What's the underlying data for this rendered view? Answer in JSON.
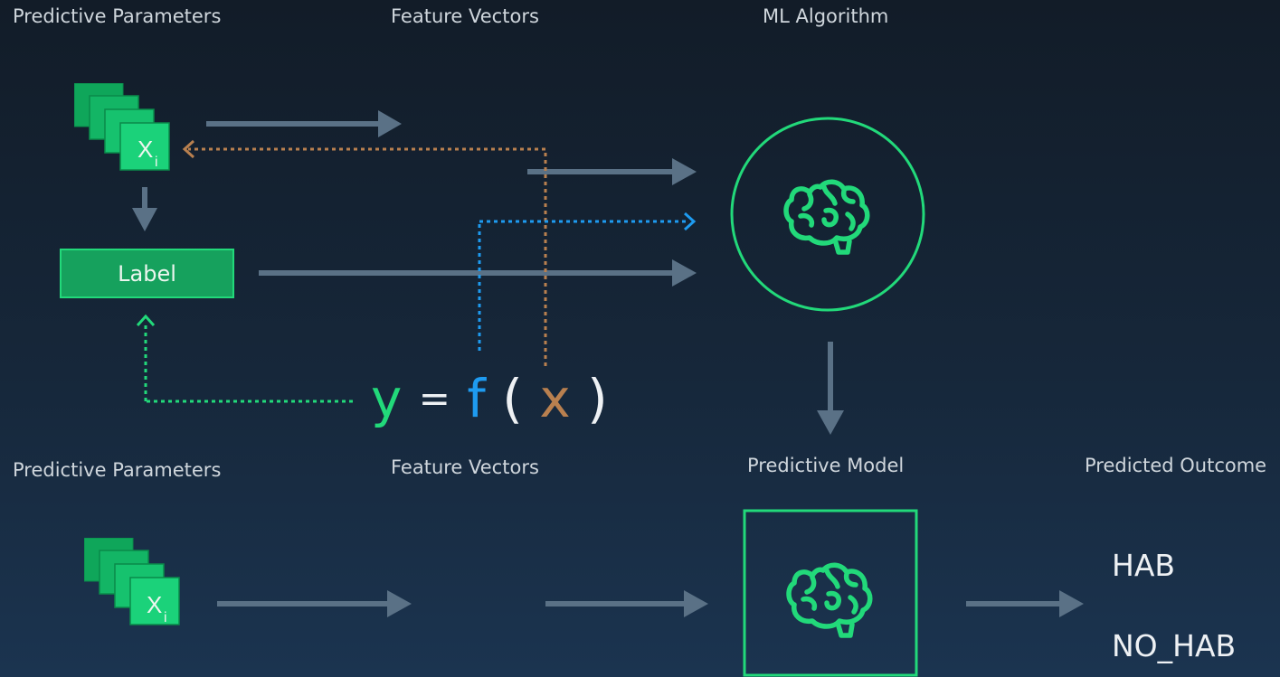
{
  "top_row": {
    "predictive_parameters": "Predictive Parameters",
    "feature_vectors": "Feature Vectors",
    "ml_algorithm": "ML Algorithm",
    "feature_symbol": "X",
    "feature_subscript": "i",
    "label": "Label"
  },
  "formula": {
    "y": "y",
    "eq": "=",
    "f": "f",
    "open": "(",
    "x": "x",
    "close": ")"
  },
  "bottom_row": {
    "predictive_parameters": "Predictive Parameters",
    "feature_vectors": "Feature Vectors",
    "predictive_model": "Predictive Model",
    "predicted_outcome": "Predicted Outcome",
    "feature_symbol": "X",
    "feature_subscript": "i",
    "outcomes": [
      "HAB",
      "NO_HAB"
    ]
  },
  "colors": {
    "background": "#16273a",
    "green": "#22d97a",
    "green_dark": "#16a15d",
    "arrow_gray": "#5a7186",
    "orange": "#b9804f",
    "blue": "#1e9bf0",
    "text": "#cfd6dc"
  },
  "icons": {
    "brain_icon": "brain",
    "feature_stack": "stacked-squares"
  }
}
